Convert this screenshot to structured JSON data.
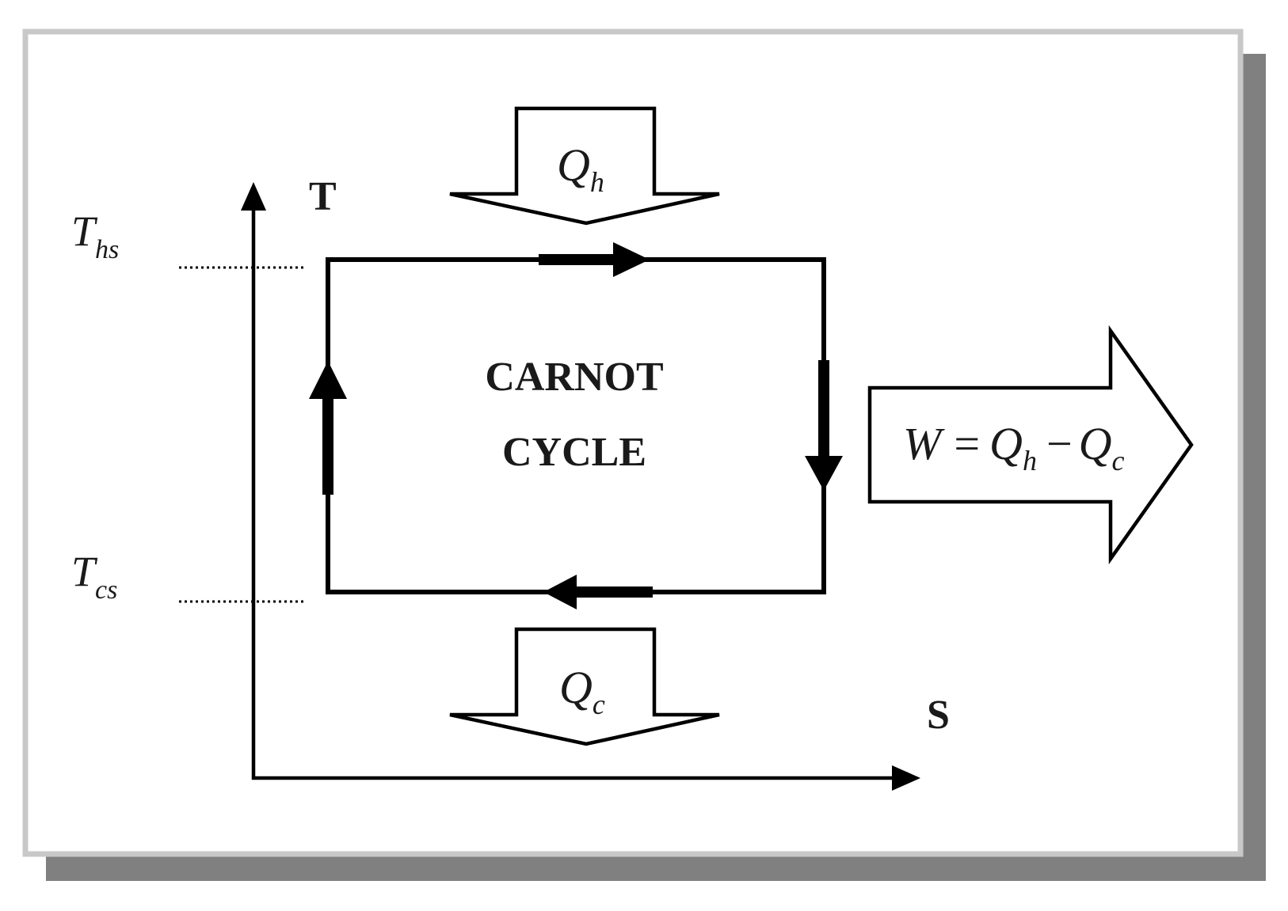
{
  "axes": {
    "y_label": "T",
    "x_label": "S"
  },
  "temperatures": {
    "hot": {
      "base": "T",
      "sub": "hs"
    },
    "cold": {
      "base": "T",
      "sub": "cs"
    }
  },
  "heat": {
    "in": {
      "base": "Q",
      "sub": "h"
    },
    "out": {
      "base": "Q",
      "sub": "c"
    }
  },
  "cycle": {
    "line1": "CARNOT",
    "line2": "CYCLE"
  },
  "work": {
    "w": "W",
    "eq": "=",
    "q1": "Q",
    "q1_sub": "h",
    "minus": "−",
    "q2": "Q",
    "q2_sub": "c"
  },
  "colors": {
    "ink": "#000000",
    "frame": "#c8c8c8",
    "shadow": "#808080",
    "label": "#1a1a1a"
  }
}
